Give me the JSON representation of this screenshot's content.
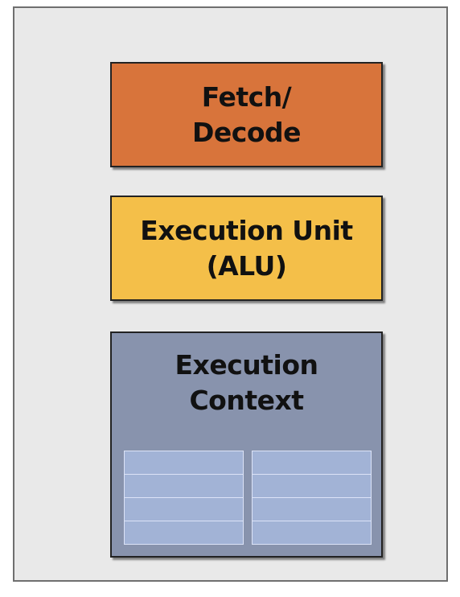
{
  "blocks": {
    "fetch_decode": {
      "label": "Fetch/\nDecode",
      "color": "#d8743b"
    },
    "execution_unit": {
      "label": "Execution Unit\n(ALU)",
      "color": "#f4bf49"
    },
    "execution_context": {
      "label": "Execution\nContext",
      "color": "#8893ad"
    }
  },
  "register_file": {
    "columns": 2,
    "rows_per_column": 4,
    "color": "#a2b3d6"
  },
  "colors": {
    "background": "#e9e9e9",
    "border": "#6f6f6f"
  }
}
